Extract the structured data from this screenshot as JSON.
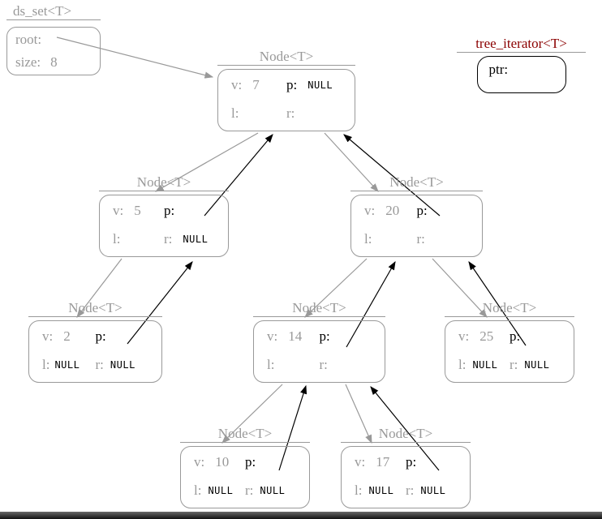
{
  "colors": {
    "structure_gray": "#999999",
    "pointer_black": "#000000",
    "iterator_title_red": "#8b0000"
  },
  "ds_set": {
    "title": "ds_set<T>",
    "root_label": "root:",
    "size_label": "size:",
    "size_value": "8"
  },
  "iterator": {
    "title": "tree_iterator<T>",
    "ptr_label": "ptr:"
  },
  "labels": {
    "node_title": "Node<T>",
    "v": "v:",
    "p": "p:",
    "l": "l:",
    "r": "r:"
  },
  "nodes": [
    {
      "id": "7",
      "value": "7",
      "p": "NULL",
      "l": "",
      "r": ""
    },
    {
      "id": "5",
      "value": "5",
      "p": "",
      "l": "",
      "r": "NULL"
    },
    {
      "id": "20",
      "value": "20",
      "p": "",
      "l": "",
      "r": ""
    },
    {
      "id": "2",
      "value": "2",
      "p": "",
      "l": "NULL",
      "r": "NULL"
    },
    {
      "id": "14",
      "value": "14",
      "p": "",
      "l": "",
      "r": ""
    },
    {
      "id": "25",
      "value": "25",
      "p": "",
      "l": "NULL",
      "r": "NULL"
    },
    {
      "id": "10",
      "value": "10",
      "p": "",
      "l": "NULL",
      "r": "NULL"
    },
    {
      "id": "17",
      "value": "17",
      "p": "",
      "l": "NULL",
      "r": "NULL"
    }
  ],
  "edges": [
    {
      "from": "ds_set.root",
      "to": "node-7",
      "kind": "child-pointer",
      "color": "gray"
    },
    {
      "from": "node-7.l",
      "to": "node-5",
      "kind": "child-pointer",
      "color": "gray"
    },
    {
      "from": "node-7.r",
      "to": "node-20",
      "kind": "child-pointer",
      "color": "gray"
    },
    {
      "from": "node-5.p",
      "to": "node-7",
      "kind": "parent-pointer",
      "color": "black"
    },
    {
      "from": "node-20.p",
      "to": "node-7",
      "kind": "parent-pointer",
      "color": "black"
    },
    {
      "from": "node-5.l",
      "to": "node-2",
      "kind": "child-pointer",
      "color": "gray"
    },
    {
      "from": "node-2.p",
      "to": "node-5",
      "kind": "parent-pointer",
      "color": "black"
    },
    {
      "from": "node-20.l",
      "to": "node-14",
      "kind": "child-pointer",
      "color": "gray"
    },
    {
      "from": "node-20.r",
      "to": "node-25",
      "kind": "child-pointer",
      "color": "gray"
    },
    {
      "from": "node-14.p",
      "to": "node-20",
      "kind": "parent-pointer",
      "color": "black"
    },
    {
      "from": "node-25.p",
      "to": "node-20",
      "kind": "parent-pointer",
      "color": "black"
    },
    {
      "from": "node-14.l",
      "to": "node-10",
      "kind": "child-pointer",
      "color": "gray"
    },
    {
      "from": "node-14.r",
      "to": "node-17",
      "kind": "child-pointer",
      "color": "gray"
    },
    {
      "from": "node-10.p",
      "to": "node-14",
      "kind": "parent-pointer",
      "color": "black"
    },
    {
      "from": "node-17.p",
      "to": "node-14",
      "kind": "parent-pointer",
      "color": "black"
    }
  ]
}
